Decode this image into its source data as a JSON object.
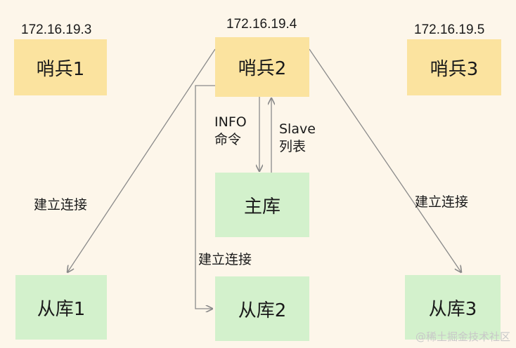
{
  "sentinels": [
    {
      "label": "哨兵1",
      "ip": "172.16.19.3"
    },
    {
      "label": "哨兵2",
      "ip": "172.16.19.4"
    },
    {
      "label": "哨兵3",
      "ip": "172.16.19.5"
    }
  ],
  "master": {
    "label": "主库"
  },
  "replicas": [
    {
      "label": "从库1"
    },
    {
      "label": "从库2"
    },
    {
      "label": "从库3"
    }
  ],
  "edge_labels": {
    "info_line1": "INFO",
    "info_line2": "命令",
    "slave_line1": "Slave",
    "slave_line2": "列表",
    "connect_left": "建立连接",
    "connect_mid": "建立连接",
    "connect_right": "建立连接"
  },
  "watermark": "@稀土掘金技术社区",
  "colors": {
    "background": "#fdf6ea",
    "sentinel_fill": "#fbe39f",
    "replica_fill": "#d3f1cc",
    "line": "#8a8a8a"
  }
}
